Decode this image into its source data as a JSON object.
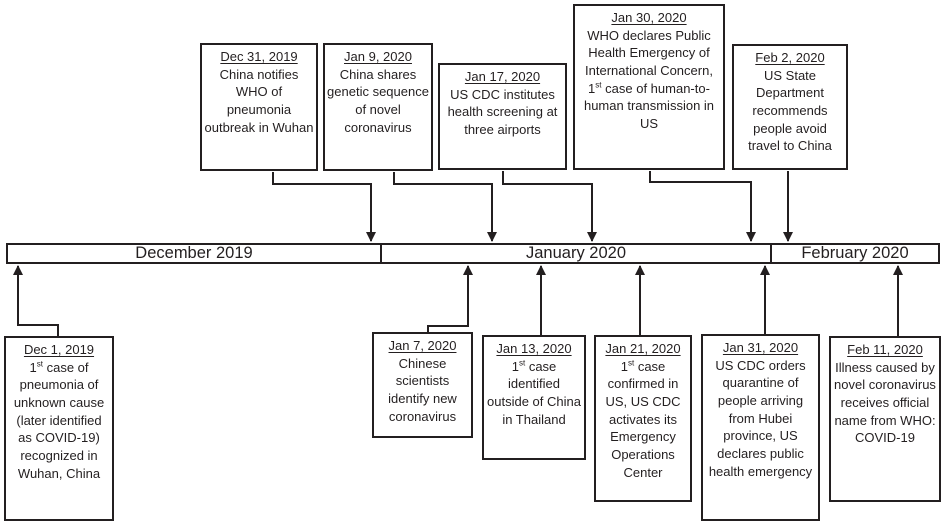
{
  "ink_color": "#231f20",
  "background_color": "#ffffff",
  "timeline": {
    "segments": [
      {
        "label": "December 2019"
      },
      {
        "label": "January 2020"
      },
      {
        "label": "February 2020"
      }
    ]
  },
  "events": [
    {
      "date": "Dec 31, 2019",
      "t1": "China notifies WHO of pneumonia outbreak in Wuhan"
    },
    {
      "date": "Jan 9, 2020",
      "t1": "China shares genetic sequence of novel coronavirus"
    },
    {
      "date": "Jan 17, 2020",
      "t1": "US CDC institutes health screening at three airports"
    },
    {
      "date": "Jan 30, 2020",
      "t1": "WHO declares Public Health Emergency of International Concern, 1",
      "sup": "st",
      "t2": " case of human-to-human transmission in US"
    },
    {
      "date": "Feb 2, 2020",
      "t1": "US State Department recommends people avoid travel to China"
    },
    {
      "date": "Dec 1, 2019",
      "t1": "1",
      "sup": "st",
      "t2": " case of pneumonia of unknown cause (later identified as COVID-19) recognized in Wuhan, China"
    },
    {
      "date": "Jan 7, 2020",
      "t1": "Chinese scientists identify new coronavirus"
    },
    {
      "date": "Jan 13, 2020",
      "t1": "1",
      "sup": "st",
      "t2": " case identified outside of China in Thailand"
    },
    {
      "date": "Jan 21, 2020",
      "t1": "1",
      "sup": "st",
      "t2": " case confirmed in US, US CDC activates its Emergency Operations Center"
    },
    {
      "date": "Jan 31, 2020",
      "t1": "US CDC orders quarantine of people arriving from Hubei province, US declares public health emergency"
    },
    {
      "date": "Feb 11, 2020",
      "t1": "Illness caused by novel coronavirus receives official name from WHO: COVID-19"
    }
  ]
}
